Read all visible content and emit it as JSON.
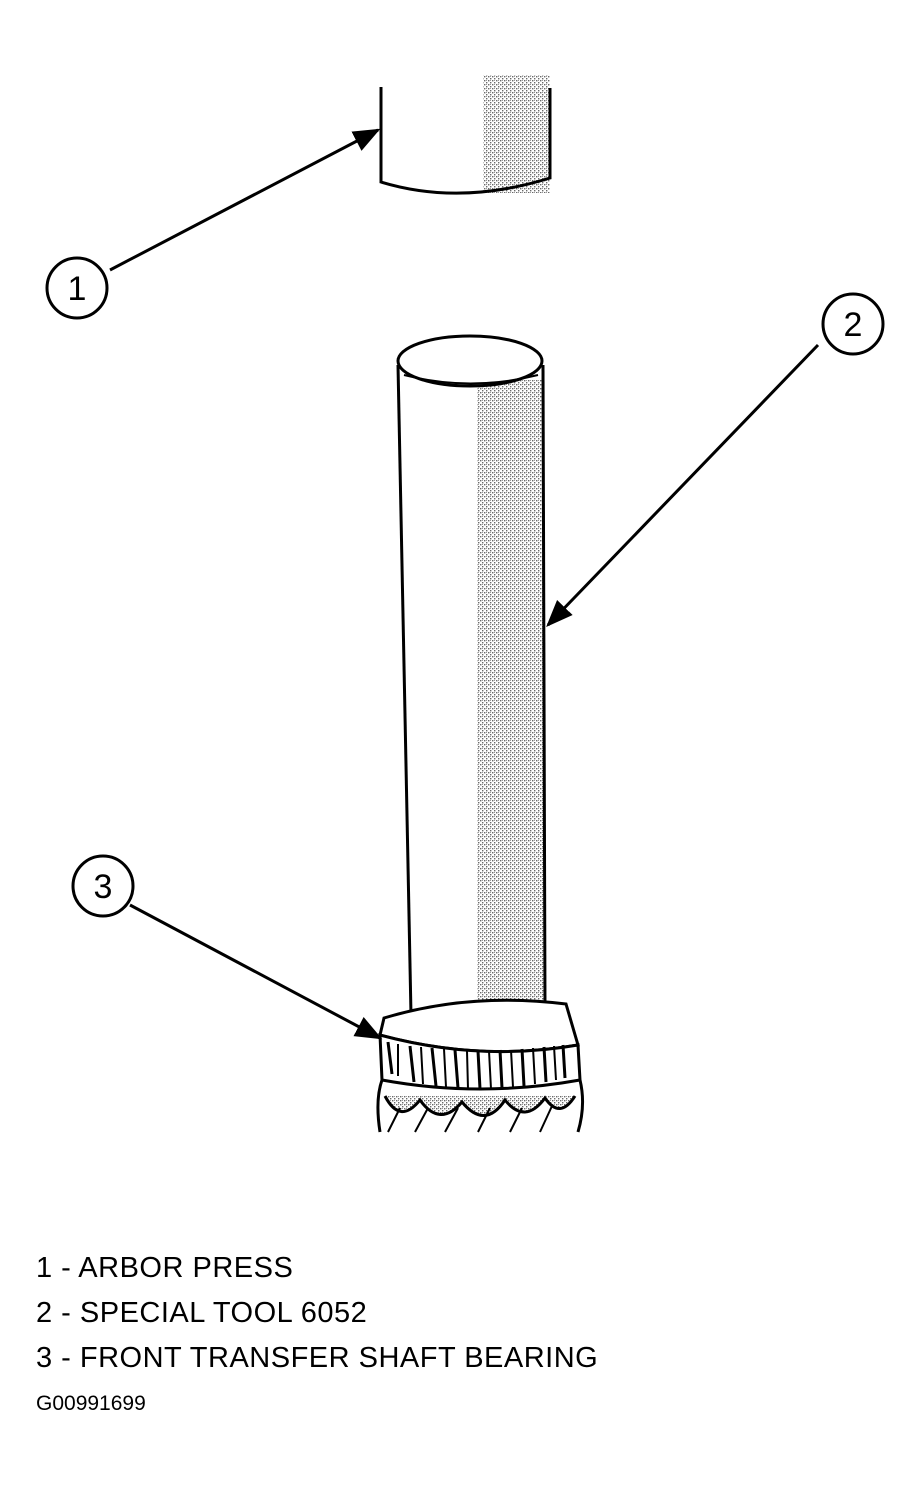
{
  "callouts": [
    {
      "number": "1"
    },
    {
      "number": "2"
    },
    {
      "number": "3"
    }
  ],
  "legend": [
    {
      "text": "1 - ARBOR PRESS"
    },
    {
      "text": "2 - SPECIAL TOOL 6052"
    },
    {
      "text": "3 - FRONT TRANSFER SHAFT BEARING"
    }
  ],
  "figure_id": "G00991699",
  "colors": {
    "line": "#000000",
    "shade": "#b8b8b8",
    "background": "#ffffff"
  }
}
